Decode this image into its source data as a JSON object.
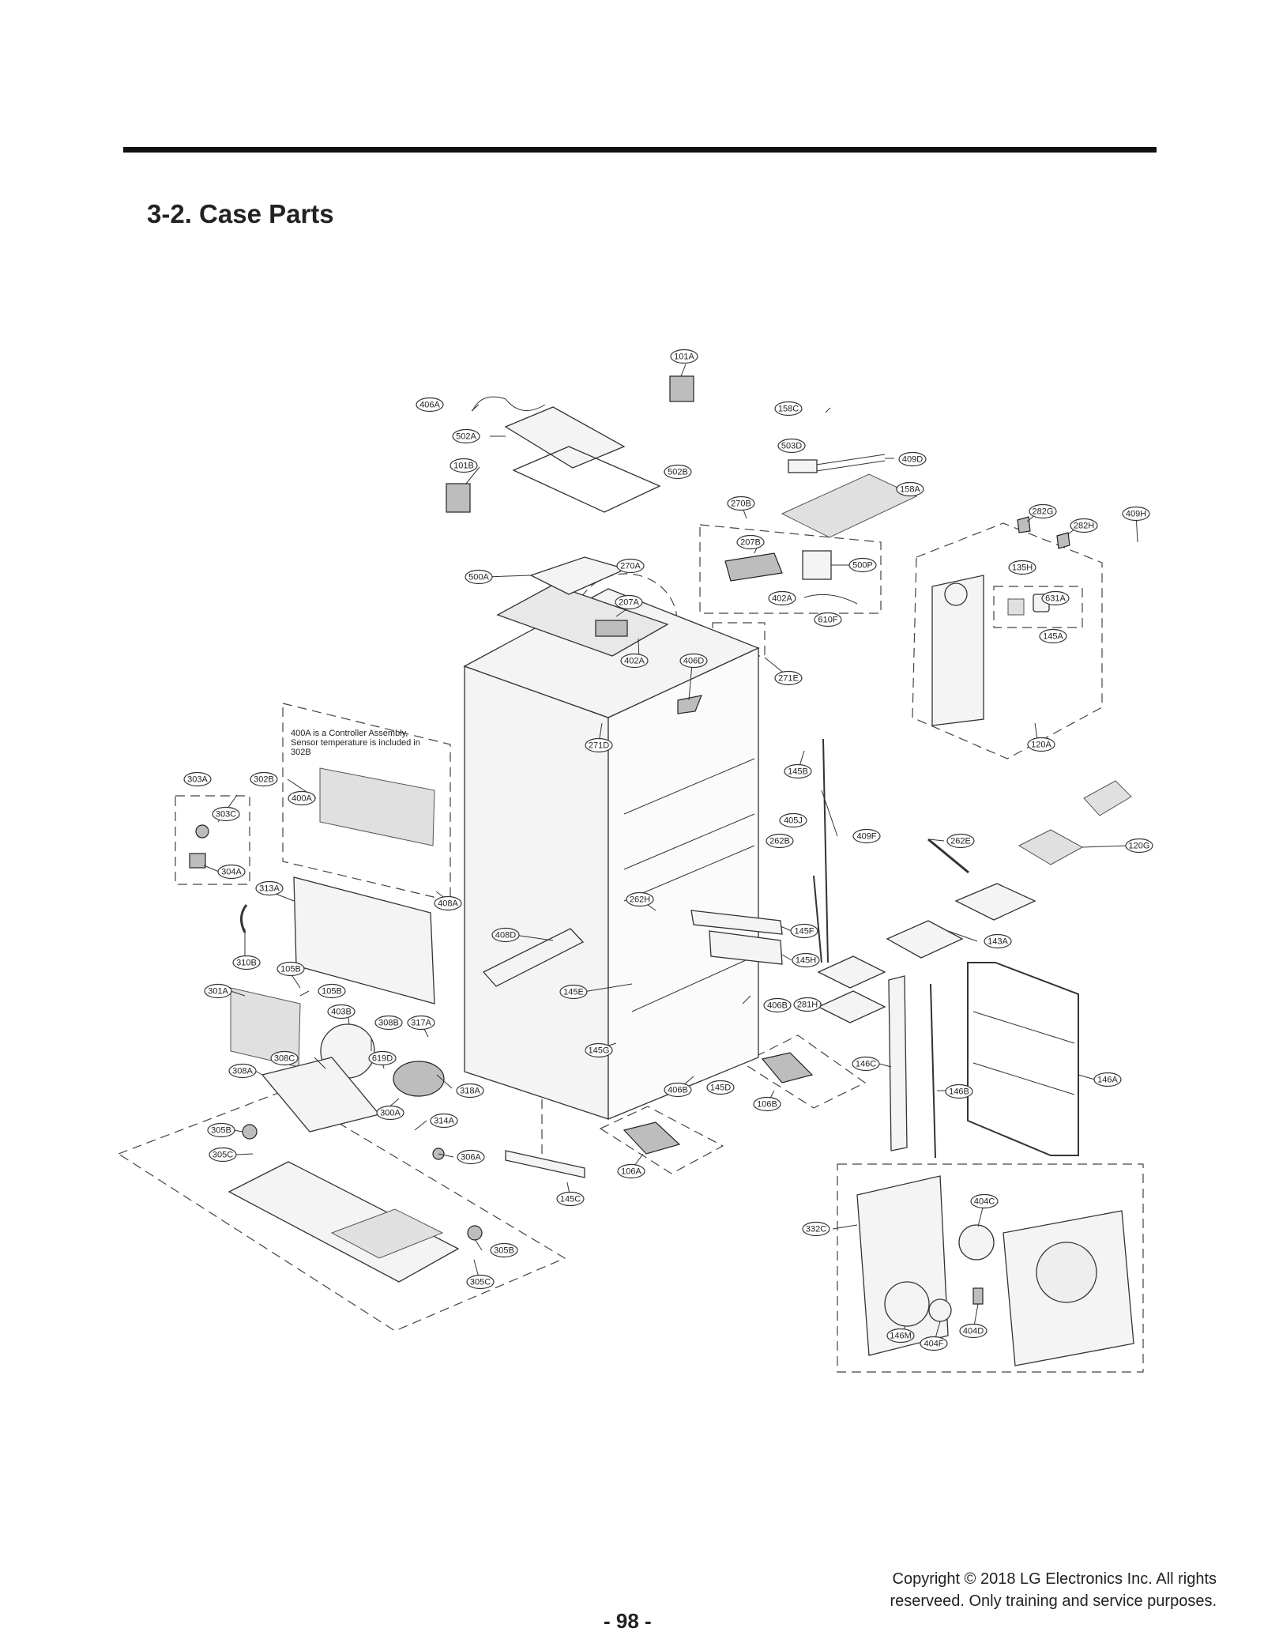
{
  "header": {
    "section_title": "3-2. Case Parts"
  },
  "note": "400A is a Controller Assembly, Sensor temperature is included in 302B",
  "callouts": [
    {
      "id": "101A"
    },
    {
      "id": "406A"
    },
    {
      "id": "158C"
    },
    {
      "id": "502A"
    },
    {
      "id": "503D"
    },
    {
      "id": "409D"
    },
    {
      "id": "101B"
    },
    {
      "id": "502B"
    },
    {
      "id": "158A"
    },
    {
      "id": "270B"
    },
    {
      "id": "282G"
    },
    {
      "id": "282H"
    },
    {
      "id": "409H"
    },
    {
      "id": "207B"
    },
    {
      "id": "500A"
    },
    {
      "id": "270A"
    },
    {
      "id": "500P"
    },
    {
      "id": "135H"
    },
    {
      "id": "207A"
    },
    {
      "id": "402A"
    },
    {
      "id": "631A"
    },
    {
      "id": "610F"
    },
    {
      "id": "145A"
    },
    {
      "id": "402A"
    },
    {
      "id": "406D"
    },
    {
      "id": "271E"
    },
    {
      "id": "271D"
    },
    {
      "id": "120A"
    },
    {
      "id": "145B"
    },
    {
      "id": "303A"
    },
    {
      "id": "302B"
    },
    {
      "id": "400A"
    },
    {
      "id": "303C"
    },
    {
      "id": "405J"
    },
    {
      "id": "262B"
    },
    {
      "id": "409F"
    },
    {
      "id": "262E"
    },
    {
      "id": "120G"
    },
    {
      "id": "304A"
    },
    {
      "id": "313A"
    },
    {
      "id": "408A"
    },
    {
      "id": "262H"
    },
    {
      "id": "145F"
    },
    {
      "id": "143A"
    },
    {
      "id": "408D"
    },
    {
      "id": "310B"
    },
    {
      "id": "145H"
    },
    {
      "id": "105B"
    },
    {
      "id": "301A"
    },
    {
      "id": "105B"
    },
    {
      "id": "145E"
    },
    {
      "id": "403B"
    },
    {
      "id": "406B"
    },
    {
      "id": "281H"
    },
    {
      "id": "308B"
    },
    {
      "id": "317A"
    },
    {
      "id": "308C"
    },
    {
      "id": "619D"
    },
    {
      "id": "145G"
    },
    {
      "id": "146C"
    },
    {
      "id": "308A"
    },
    {
      "id": "318A"
    },
    {
      "id": "406B"
    },
    {
      "id": "145D"
    },
    {
      "id": "146A"
    },
    {
      "id": "146B"
    },
    {
      "id": "106B"
    },
    {
      "id": "300A"
    },
    {
      "id": "314A"
    },
    {
      "id": "305B"
    },
    {
      "id": "305C"
    },
    {
      "id": "306A"
    },
    {
      "id": "106A"
    },
    {
      "id": "145C"
    },
    {
      "id": "404C"
    },
    {
      "id": "332C"
    },
    {
      "id": "305B"
    },
    {
      "id": "305C"
    },
    {
      "id": "146M"
    },
    {
      "id": "404F"
    },
    {
      "id": "404D"
    }
  ],
  "footer": {
    "page_number": "- 98 -",
    "copyright_line1": "Copyright © 2018 LG Electronics Inc. All rights",
    "copyright_line2": "reserveed. Only training and service purposes."
  }
}
